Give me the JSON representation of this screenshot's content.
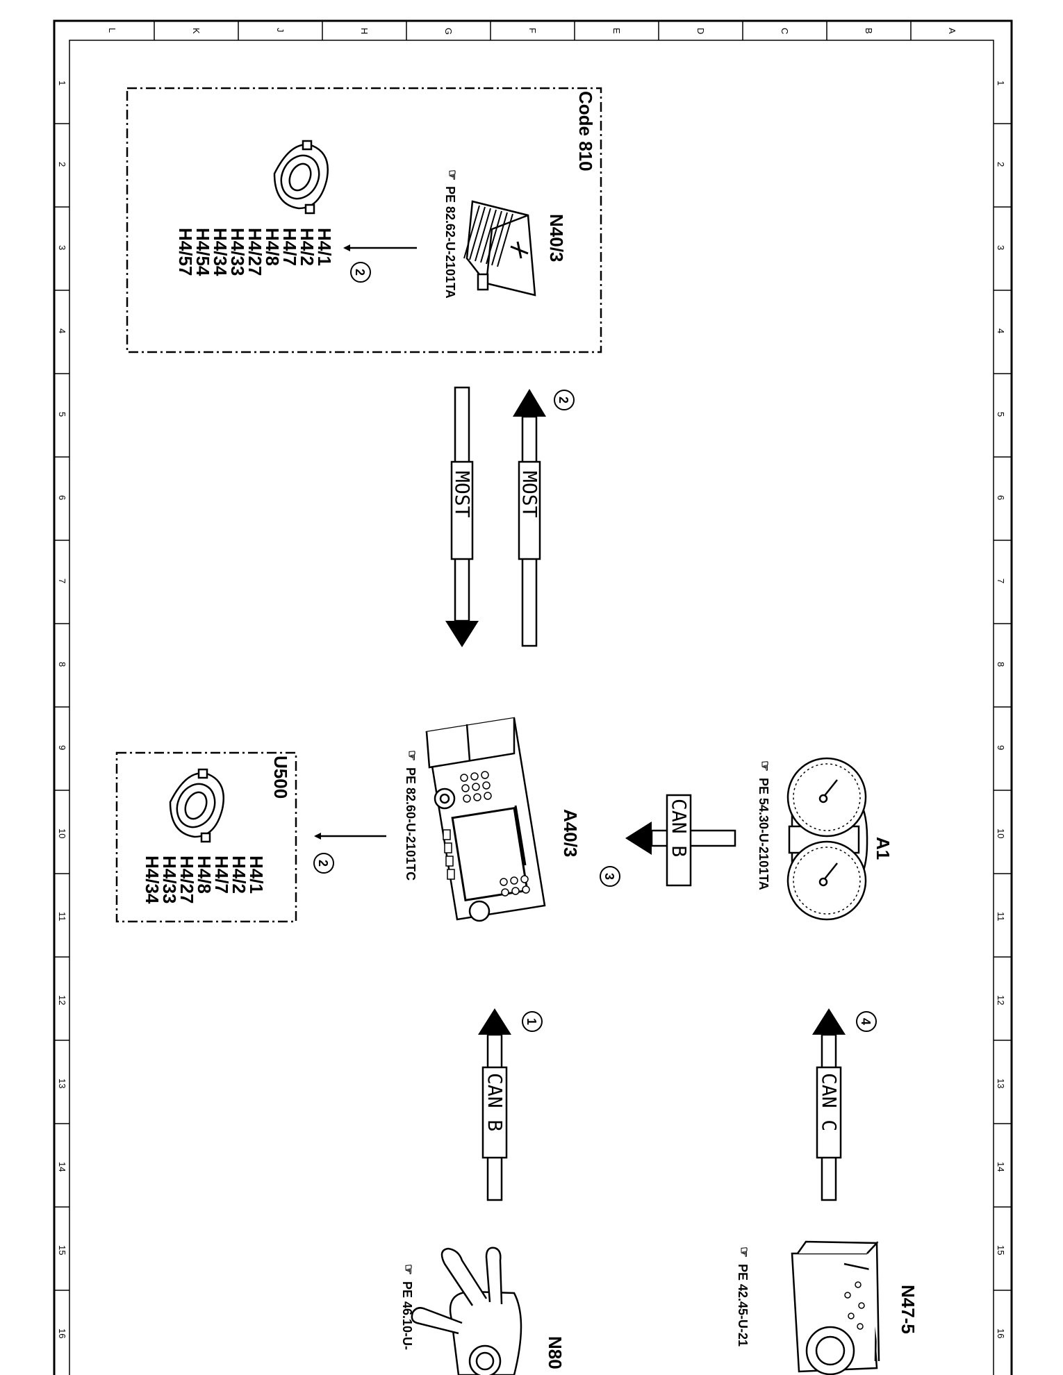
{
  "grid": {
    "letters": [
      "L",
      "K",
      "J",
      "H",
      "G",
      "F",
      "E",
      "D",
      "C",
      "B",
      "A"
    ],
    "numbers": [
      "1",
      "2",
      "3",
      "4",
      "5",
      "6",
      "7",
      "8",
      "9",
      "10",
      "11",
      "12",
      "13",
      "14",
      "15",
      "16"
    ]
  },
  "components": {
    "n40_3": "N40/3",
    "n40_3_pe": "PE 82.62-U-2101TA",
    "code_810": "Code 810",
    "a40_3": "A40/3",
    "a40_3_pe": "PE 82.60-U-2101TC",
    "u500": "U500",
    "a1": "A1",
    "a1_pe": "PE 54.30-U-2101TA",
    "n47_5": "N47-5",
    "n47_5_pe": "PE 42.45-U-21",
    "n80": "N80",
    "n80_pe": "PE 46.10-U-"
  },
  "speaker_lists": {
    "top": [
      "H4/1",
      "H4/2",
      "H4/7",
      "H4/8",
      "H4/27",
      "H4/33",
      "H4/34",
      "H4/54",
      "H4/57"
    ],
    "bottom": [
      "H4/1",
      "H4/2",
      "H4/7",
      "H4/8",
      "H4/27",
      "H4/33",
      "H4/34"
    ]
  },
  "buses": {
    "most_up": "MOST",
    "most_down": "MOST",
    "can_b_a1": "CAN B",
    "can_b_n80": "CAN B",
    "can_c": "CAN C"
  },
  "callouts": {
    "c1": "1",
    "c2_top": "2",
    "c2_most": "2",
    "c2_bottom": "2",
    "c3": "3",
    "c4": "4"
  }
}
